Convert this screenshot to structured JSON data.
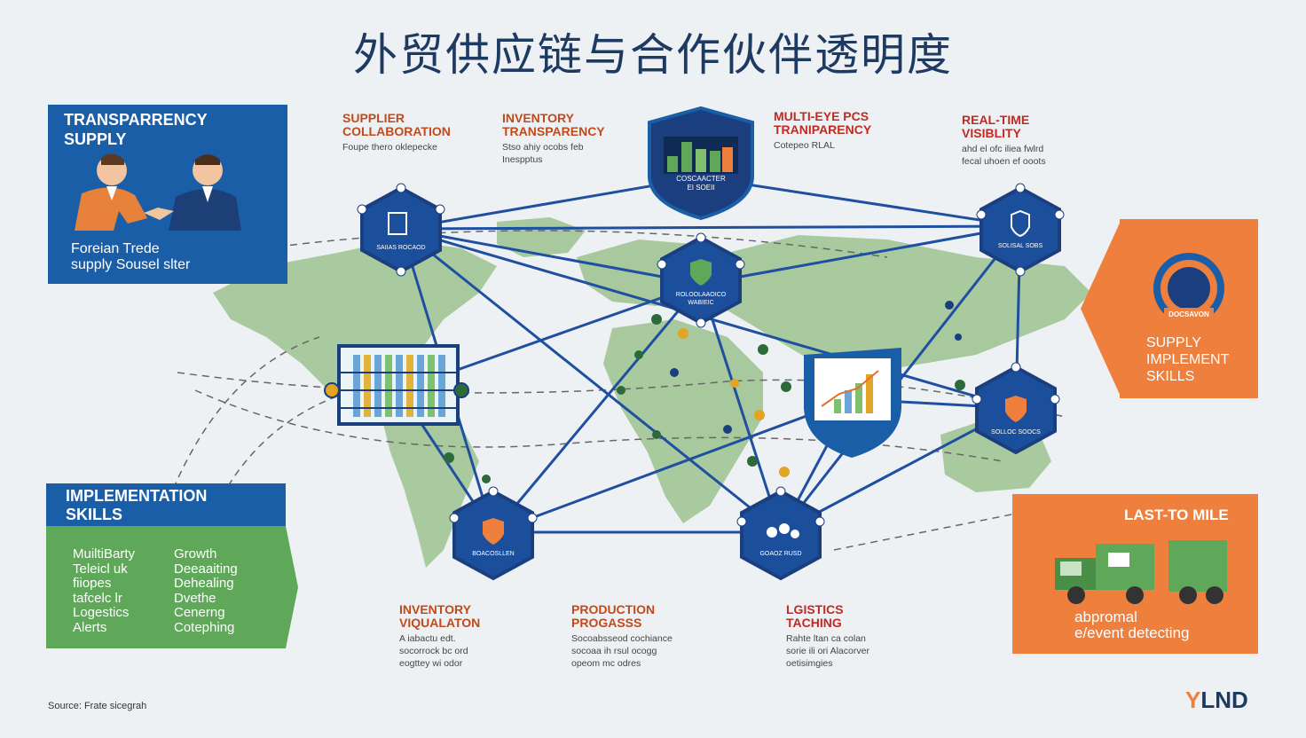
{
  "title": "外贸供应链与合作伙伴透明度",
  "panels": {
    "transparency": {
      "heading": [
        "TRANSPARRENCY",
        "SUPPLY"
      ],
      "footer": [
        "Foreian Trede",
        "supply Sousel slter"
      ]
    },
    "implementation": {
      "heading": [
        "IMPLEMENTATION",
        "SKILLS"
      ],
      "col1": [
        "MuiltiBarty",
        "Teleicl uk",
        "fiiopes",
        "tafcelc lr",
        "Logestics",
        "Alerts"
      ],
      "col2": [
        "Growth",
        "Deeaaiting",
        "Dehealing",
        "Dvethe",
        "Cenerng",
        "Cotephing"
      ]
    },
    "supply_skills": {
      "lines": [
        "SUPPLY",
        "IMPLEMENT",
        "SKILLS"
      ],
      "gauge_text": "DOCSAVON"
    },
    "last_mile": {
      "heading": "LAST-TO MILE",
      "footer": [
        "abpromal",
        "e/event detecting"
      ]
    }
  },
  "labels": {
    "supplier": {
      "heading": [
        "SUPPLIER",
        "COLLABORATION"
      ],
      "sub": [
        "Foupe thero oklepecke"
      ]
    },
    "inventory_transparency": {
      "heading": [
        "INVENTORY",
        "TRANSPARENCY"
      ],
      "sub": [
        "Stso ahiy ocobs feb",
        "Inespptus"
      ]
    },
    "multi_eye": {
      "heading": [
        "MULTI-EYE PCS",
        "TRANIPARENCY"
      ],
      "sub": [
        "Cotepeo RLAL"
      ]
    },
    "real_time": {
      "heading": [
        "REAL-TIME",
        "VISIBLITY"
      ],
      "sub": [
        "ahd el ofc iliea fwlrd",
        "fecal uhoen ef ooots"
      ]
    },
    "inventory_visualization": {
      "heading": [
        "INVENTORY",
        "VIQUALATON"
      ],
      "sub": [
        "A iabactu edt.",
        "socorrock bc ord",
        "eogttey wi odor"
      ]
    },
    "production": {
      "heading": [
        "PRODUCTION",
        "PROGASSS"
      ],
      "sub": [
        "Socoabsseod cochiance",
        "socoaa ih rsul ocogg",
        "opeom mc odres"
      ]
    }
  },
  "logistics": {
    "heading": [
      "LGISTICS",
      "TACHING"
    ],
    "sub": [
      "Rahte  ltan ca colan",
      "sorie ili ori Alacorver",
      "oetisimgies"
    ]
  },
  "nodes": {
    "top_shield": [
      "COSCAACTER",
      "EI SOEII"
    ],
    "n_left": "SAIIAS ROCAOD",
    "n_center": [
      "ROLOOLAAOICO",
      "WABIEIC"
    ],
    "n_right": "SOLISAL SOBS",
    "n_right2": "SOLLOC SOOCS",
    "n_bottom_left": "BOACOSLLEN",
    "n_bottom_mid": "GOAOZ RUSD"
  },
  "source": "Source: Frate sicegrah",
  "logo": {
    "mark": "Y",
    "text": "LND"
  },
  "colors": {
    "navy": "#1b3f7e",
    "blue": "#1b5ea8",
    "green": "#5fa85a",
    "orange": "#ee7f3c",
    "title": "#1d3a63"
  }
}
